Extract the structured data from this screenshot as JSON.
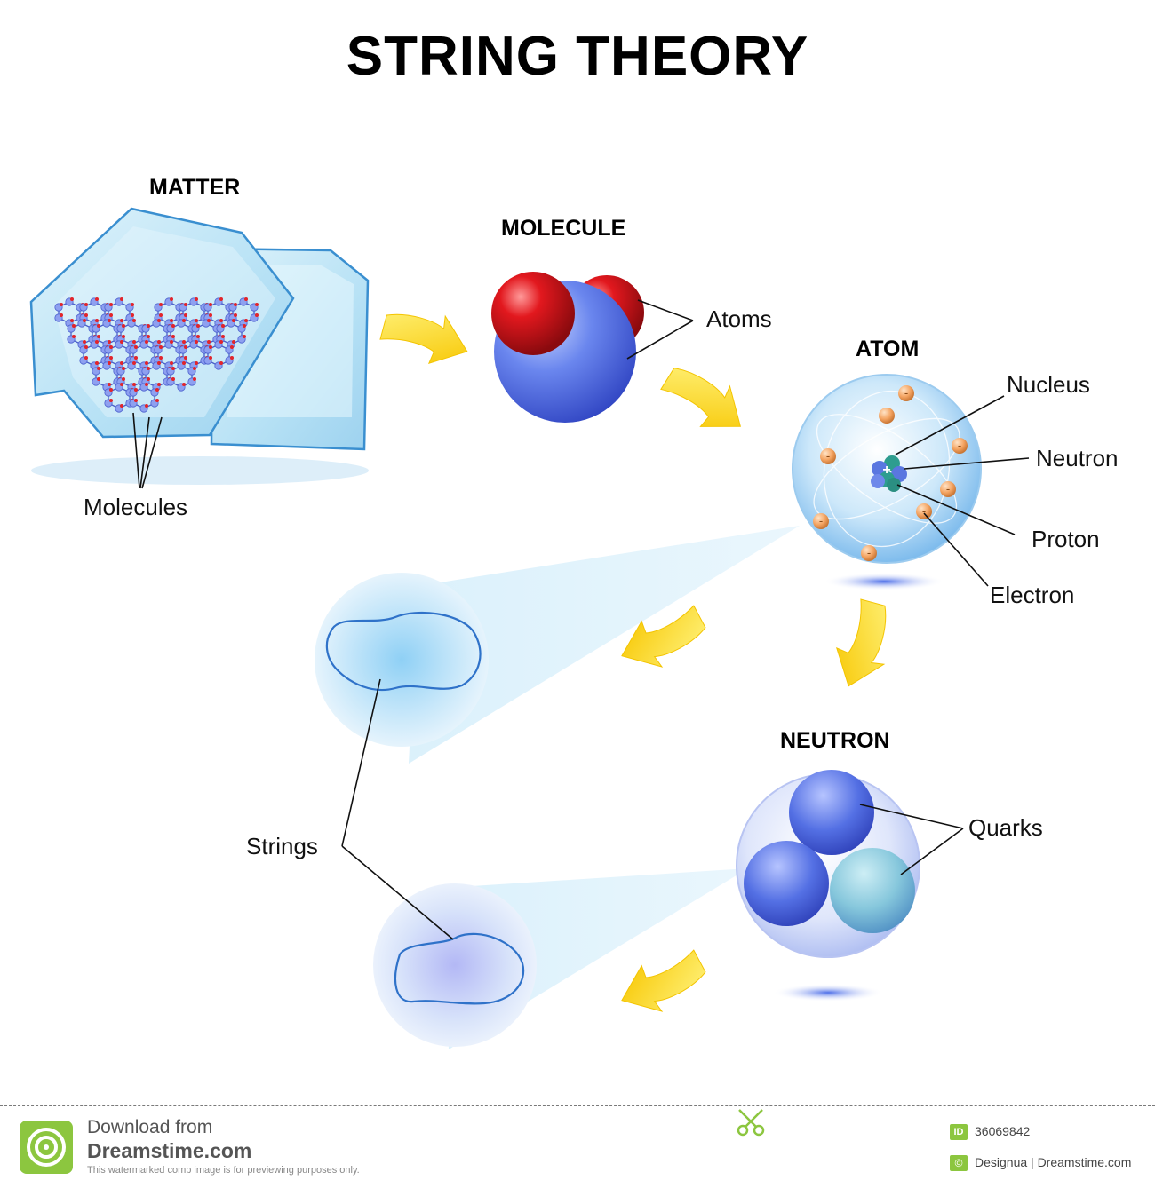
{
  "title": "STRING THEORY",
  "sections": {
    "matter": "MATTER",
    "molecule": "MOLECULE",
    "atom": "ATOM",
    "neutron": "NEUTRON"
  },
  "labels": {
    "molecules": "Molecules",
    "atoms": "Atoms",
    "nucleus": "Nucleus",
    "neutron": "Neutron",
    "proton": "Proton",
    "electron": "Electron",
    "quarks": "Quarks",
    "strings": "Strings"
  },
  "atom_charges": {
    "proton": "+",
    "electron": "-"
  },
  "colors": {
    "ice": "#bfe6f7",
    "ice_edge": "#3a8fd0",
    "oxygen_red": "#d8141b",
    "hydrogen_blue": "#5b78e8",
    "electron_orange": "#f4a462",
    "quark_blue": "#4a66e0",
    "quark_teal": "#7ac2d8",
    "arrow_yellow": "#fcd000",
    "dreamstime_green": "#8cc63f"
  },
  "footer": {
    "download": "Download from",
    "brand": "Dreamstime.com",
    "note": "This watermarked comp image is for previewing purposes only.",
    "id_tag": "ID",
    "id": "36069842",
    "copyright_tag": "©",
    "credit": "Designua | Dreamstime.com"
  }
}
